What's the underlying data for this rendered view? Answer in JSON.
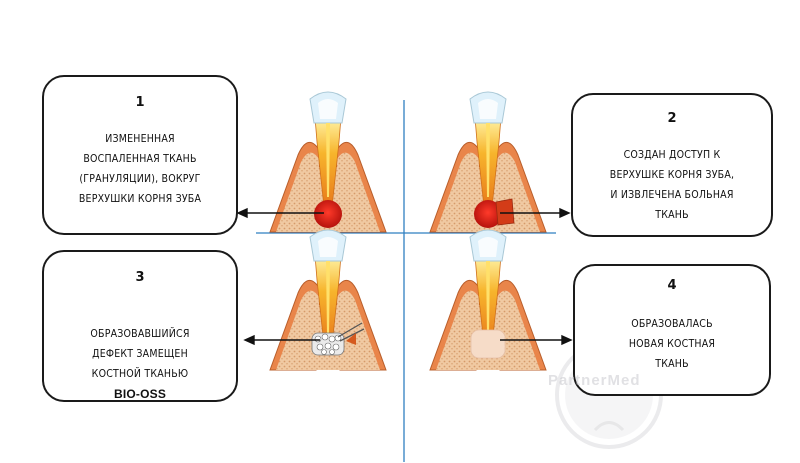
{
  "boxes": [
    {
      "number": "1",
      "text": "ИЗМЕНЕННАЯ\nВОСПАЛЕННАЯ ТКАНЬ\n(ГРАНУЛЯЦИИ), ВОКРУГ\nВЕРХУШКИ КОРНЯ ЗУБА"
    },
    {
      "number": "2",
      "text": "СОЗДАН ДОСТУП К\nВЕРХУШКЕ КОРНЯ ЗУБА,\nИ ИЗВЛЕЧЕНА БОЛЬНАЯ\nТКАНЬ"
    },
    {
      "number": "3",
      "text": "ОБРАЗОВАВШИЙСЯ\nДЕФЕКТ ЗАМЕЩЕН\nКОСТНОЙ ТКАНЬЮ",
      "emphasis": "BIO-OSS"
    },
    {
      "number": "4",
      "text": "ОБРАЗОВАЛАСЬ\nНОВАЯ КОСТНАЯ\nТКАНЬ"
    }
  ],
  "watermark": "PartnerMed",
  "colors": {
    "divider": "#2f7fc1",
    "gum": "#e8884e",
    "bone": "#f2c9a0",
    "inflammation": "#d8231c",
    "new_bone": "#f6d9c4",
    "pulp": "#f5a623",
    "enamel": "#dff1fb"
  }
}
